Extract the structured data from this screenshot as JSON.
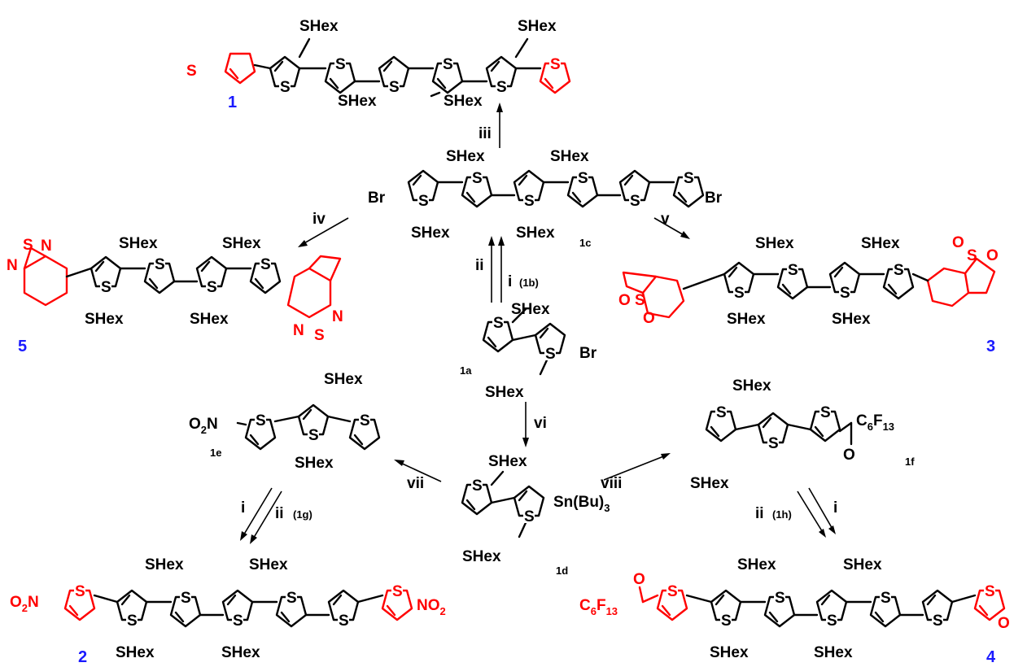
{
  "compounds": {
    "c1": {
      "number": "1",
      "shex": "SHex",
      "s": "S"
    },
    "c1c": {
      "label": "1c",
      "br": "Br",
      "shex": "SHex",
      "s": "S"
    },
    "c1a": {
      "label": "1a",
      "br": "Br",
      "shex": "SHex",
      "s": "S"
    },
    "c1d": {
      "label": "1d",
      "snbu": "Sn(Bu)",
      "snbu_sub": "3",
      "shex": "SHex",
      "s": "S"
    },
    "c1e": {
      "label": "1e",
      "o2n": "O",
      "o2n_sub": "2",
      "o2n_n": "N",
      "shex": "SHex",
      "s": "S"
    },
    "c1f": {
      "label": "1f",
      "c6f13": "C",
      "c6": "6",
      "f": "F",
      "f13": "13",
      "o": "O",
      "shex": "SHex",
      "s": "S"
    },
    "c2": {
      "number": "2",
      "no2_n": "NO",
      "no2_sub": "2",
      "shex": "SHex",
      "s": "S"
    },
    "c3": {
      "number": "3",
      "o": "O",
      "s": "S",
      "shex": "SHex"
    },
    "c4": {
      "number": "4",
      "o": "O",
      "c": "C",
      "c6": "6",
      "f": "F",
      "f13": "13",
      "shex": "SHex",
      "s": "S"
    },
    "c5": {
      "number": "5",
      "n": "N",
      "s": "S",
      "shex": "SHex"
    }
  },
  "reagents": {
    "i": "i",
    "ii": "ii",
    "iii": "iii",
    "iv": "iv",
    "v": "v",
    "vi": "vi",
    "vii": "vii",
    "viii": "viii",
    "i_1b": "(1b)",
    "ii_1g": "(1g)",
    "ii_1h": "(1h)"
  },
  "colors": {
    "structure": "#000000",
    "highlight": "#ff0000",
    "compound_number": "#1a1aff"
  }
}
